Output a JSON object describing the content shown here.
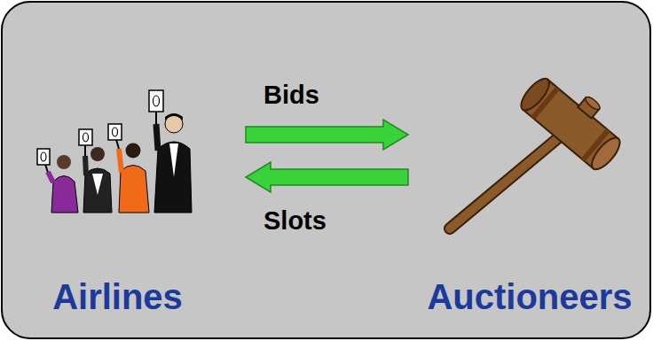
{
  "diagram": {
    "nodes": [
      {
        "text": [
          "Airlines"
        ]
      },
      {
        "text": [
          "Auctioneers"
        ]
      }
    ],
    "edges": [
      {
        "from": 0,
        "to": 1,
        "label": "Bids",
        "arrow": "to"
      },
      {
        "from": 1,
        "to": 0,
        "label": "Slots",
        "arrow": "to"
      }
    ]
  }
}
